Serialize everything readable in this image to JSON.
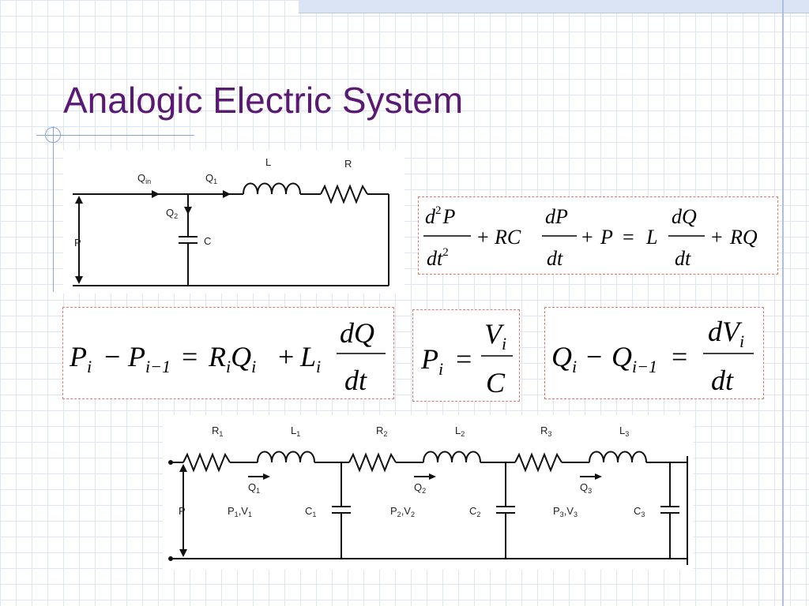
{
  "slide": {
    "title": "Analogic Electric System"
  },
  "circuit_top": {
    "labels": {
      "q_in": "Q",
      "q_in_sub": "in",
      "q1": "Q",
      "q1_sub": "1",
      "l": "L",
      "r": "R",
      "q2": "Q",
      "q2_sub": "2",
      "p": "P",
      "c": "C"
    }
  },
  "circuit_bottom": {
    "labels": {
      "r1": "R",
      "r1_sub": "1",
      "l1": "L",
      "l1_sub": "1",
      "r2": "R",
      "r2_sub": "2",
      "l2": "L",
      "l2_sub": "2",
      "r3": "R",
      "r3_sub": "3",
      "l3": "L",
      "l3_sub": "3",
      "q1": "Q",
      "q1_sub": "1",
      "q2": "Q",
      "q2_sub": "2",
      "q3": "Q",
      "q3_sub": "3",
      "p": "P",
      "pv1": "P",
      "pv1_sub_a": "1",
      "pv1_mid": ",V",
      "pv1_sub_b": "1",
      "pv2": "P",
      "pv2_sub_a": "2",
      "pv2_mid": ",V",
      "pv2_sub_b": "2",
      "pv3": "P",
      "pv3_sub_a": "3",
      "pv3_mid": ",V",
      "pv3_sub_b": "3",
      "c1": "C",
      "c1_sub": "1",
      "c2": "C",
      "c2_sub": "2",
      "c3": "C",
      "c3_sub": "3"
    }
  },
  "eq_main": {
    "d": "d",
    "sup2": "2",
    "P": "P",
    "dt": "dt",
    "plus": "+",
    "RC": "RC",
    "dP": "dP",
    "eq": "=",
    "L": "L",
    "dQ": "dQ",
    "RQ": "RQ"
  },
  "eq_1": {
    "P": "P",
    "i": "i",
    "minus": "−",
    "im1": "i−1",
    "eq": "=",
    "R": "R",
    "Q": "Q",
    "plus": "+",
    "L": "L",
    "dQ": "dQ",
    "dt": "dt"
  },
  "eq_2": {
    "P": "P",
    "i": "i",
    "eq": "=",
    "V": "V",
    "C": "C"
  },
  "eq_3": {
    "Q": "Q",
    "i": "i",
    "minus": "−",
    "im1": "i−1",
    "eq": "=",
    "dV": "dV",
    "dt": "dt"
  },
  "colors": {
    "title": "#5a1a73",
    "grid": "#dde5f2",
    "box_border": "#e0796a"
  }
}
